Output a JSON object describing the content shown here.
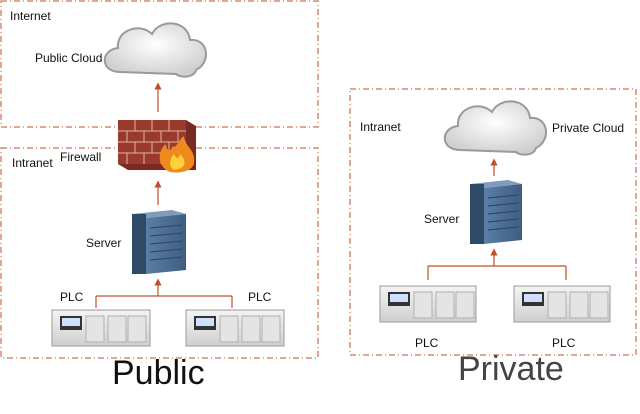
{
  "colors": {
    "region_border": "#c0502a",
    "connector": "#c0502a",
    "server_body": "#4a6a8e",
    "server_side": "#2f4a66",
    "cloud_fill": "#e8e8e8",
    "firewall_brick": "#8b2e22",
    "flame": "#f08a1e"
  },
  "public": {
    "internet_label": "Internet",
    "cloud_label": "Public Cloud",
    "firewall_label": "Firewall",
    "intranet_label": "Intranet",
    "server_label": "Server",
    "plc_left_label": "PLC",
    "plc_right_label": "PLC",
    "caption": "Public"
  },
  "private": {
    "intranet_label": "Intranet",
    "cloud_label": "Private Cloud",
    "server_label": "Server",
    "plc_left_label": "PLC",
    "plc_right_label": "PLC",
    "caption": "Private"
  },
  "icons": [
    "cloud-icon",
    "firewall-icon",
    "server-icon",
    "plc-icon"
  ]
}
